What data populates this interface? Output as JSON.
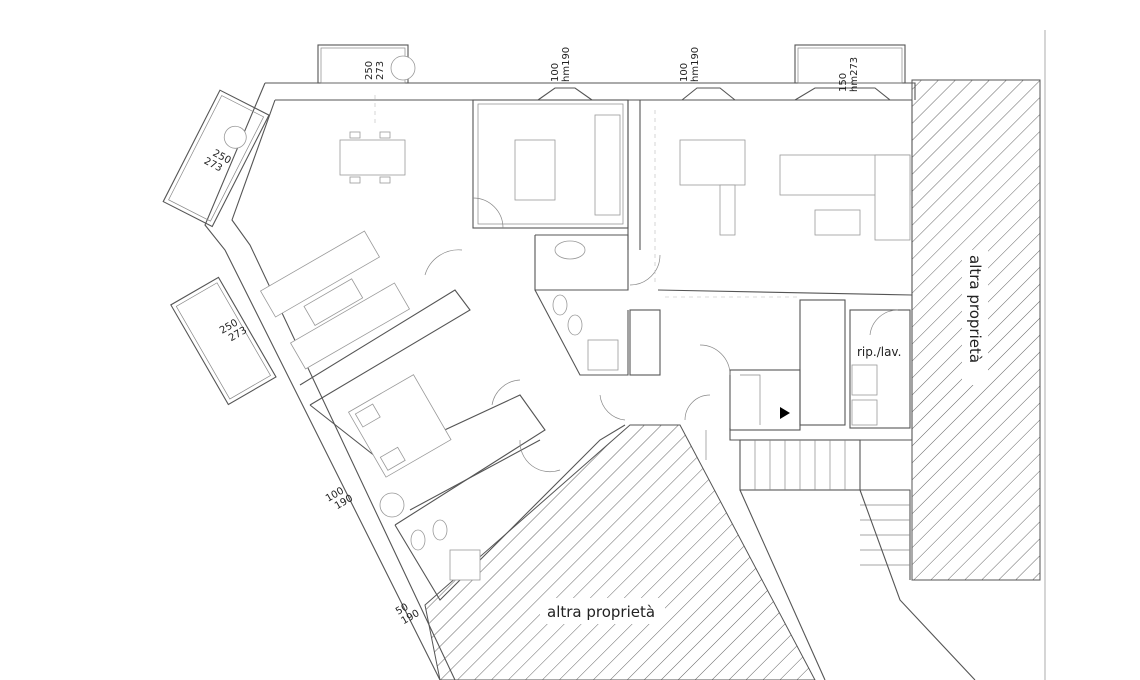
{
  "plan": {
    "labels": {
      "other_property_bottom": "altra proprietà",
      "other_property_right": "altra proprietà",
      "storage_laundry": "rip./lav."
    },
    "dimensions": {
      "balcony_top": [
        "250",
        "273"
      ],
      "window_kitchen": [
        "100",
        "hm190"
      ],
      "window_living": [
        "100",
        "hm190"
      ],
      "balcony_top_right": [
        "150",
        "hm273"
      ],
      "balcony_left_upper": [
        "250",
        "273"
      ],
      "balcony_left_lower": [
        "250",
        "273"
      ],
      "window_bedroom": [
        "100",
        "190"
      ],
      "window_bath": [
        "50",
        "190"
      ]
    }
  }
}
